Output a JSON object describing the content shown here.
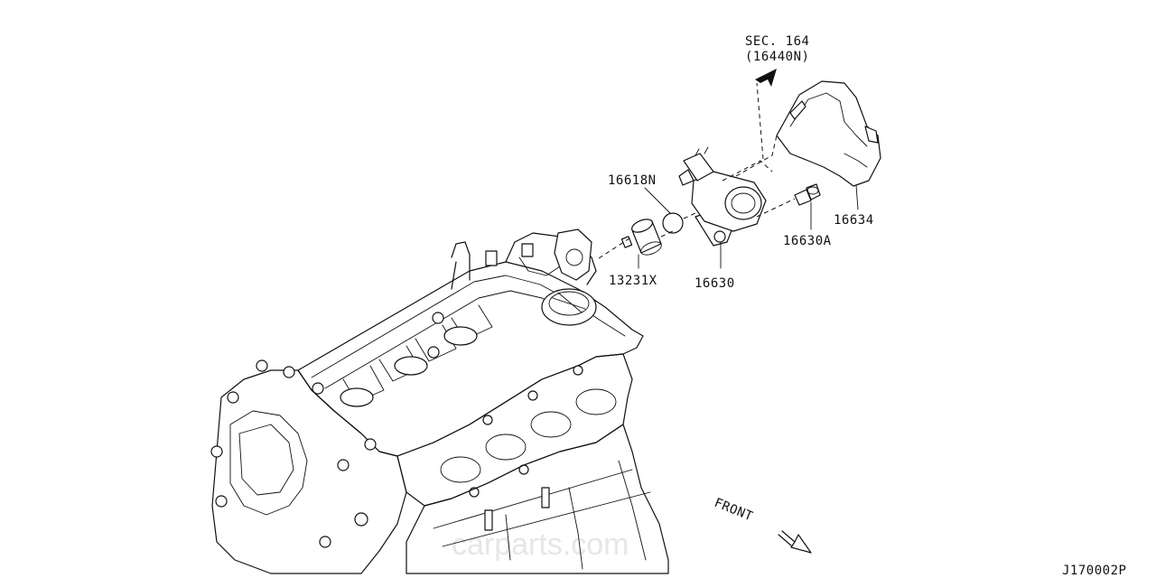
{
  "labels": {
    "sec_ref_line1": "SEC. 164",
    "sec_ref_line2": "(16440N)",
    "part_16618N": "16618N",
    "part_13231X": "13231X",
    "part_16630": "16630",
    "part_16630A": "16630A",
    "part_16634": "16634",
    "front": "FRONT",
    "figure_code": "J170002P",
    "watermark": "carparts.com"
  }
}
